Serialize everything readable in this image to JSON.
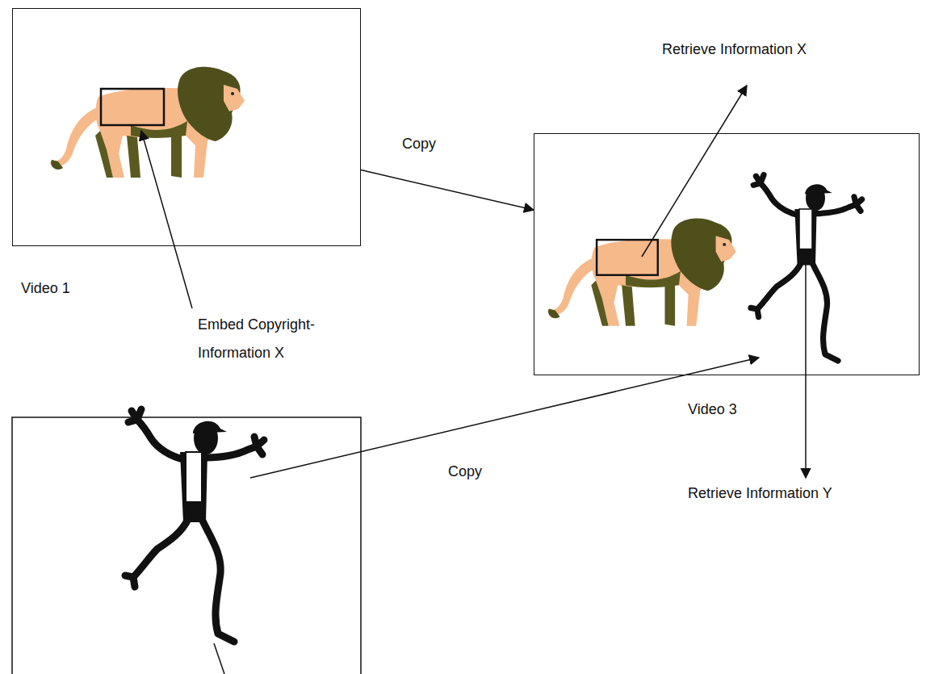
{
  "diagram": {
    "nodes": [
      {
        "text": [
          "Video 1"
        ]
      },
      {
        "text": [
          "Video 3"
        ]
      }
    ],
    "edges": [
      {
        "from": 0,
        "to": 1,
        "arrow": "to",
        "label": "Copy"
      }
    ],
    "labels": [
      "Retrieve Information X",
      "Embed Copyright-Information X",
      "Copy",
      "Retrieve Information Y"
    ]
  }
}
